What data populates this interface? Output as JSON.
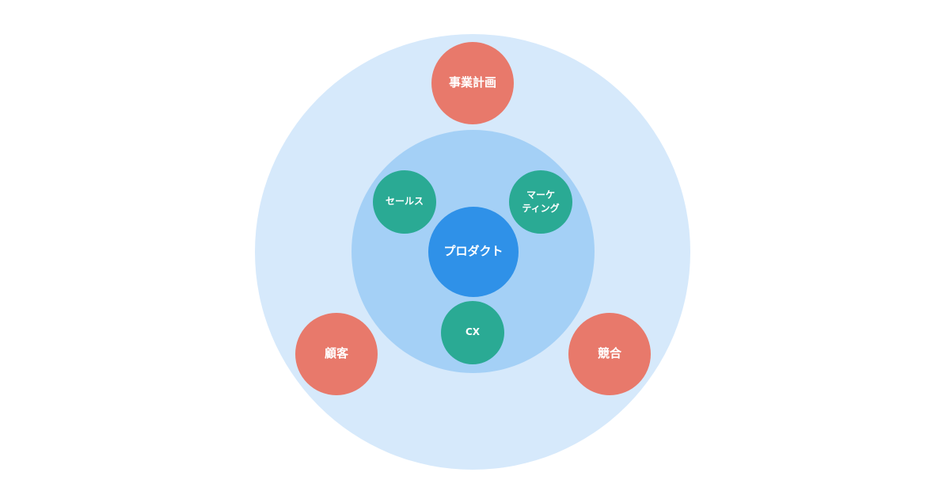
{
  "diagram": {
    "outer_nodes": [
      {
        "key": "business",
        "label": "事業計画"
      },
      {
        "key": "customer",
        "label": "顧客"
      },
      {
        "key": "competition",
        "label": "競合"
      }
    ],
    "inner_nodes": [
      {
        "key": "sales",
        "label": "セールス"
      },
      {
        "key": "marketing",
        "label": "マーケ\nティング"
      },
      {
        "key": "cx",
        "label": "CX"
      }
    ],
    "core": {
      "label": "プロダクト"
    }
  },
  "colors": {
    "outer_ring": "#d6e9fb",
    "inner_ring": "#a4d0f6",
    "outer_node": "#e8796b",
    "inner_node": "#2aaa94",
    "core": "#2f91e8",
    "text": "#ffffff"
  }
}
